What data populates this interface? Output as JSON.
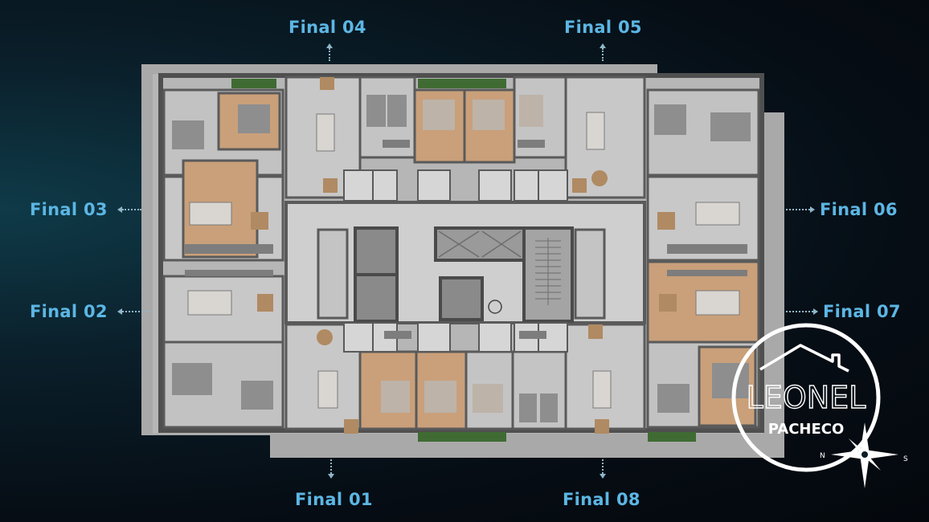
{
  "units": {
    "final_01": "Final 01",
    "final_02": "Final 02",
    "final_03": "Final 03",
    "final_04": "Final 04",
    "final_05": "Final 05",
    "final_06": "Final 06",
    "final_07": "Final 07",
    "final_08": "Final 08"
  },
  "logo": {
    "line1": "LEONEL",
    "line2": "PACHECO",
    "compass_n": "N",
    "compass_s": "S"
  },
  "colors": {
    "label": "#5cb6e4",
    "background": "#060d14",
    "slab": "#b9b9b9",
    "wall": "#5a5a5a",
    "wood": "#c9a07a",
    "green": "#3f6b33"
  }
}
